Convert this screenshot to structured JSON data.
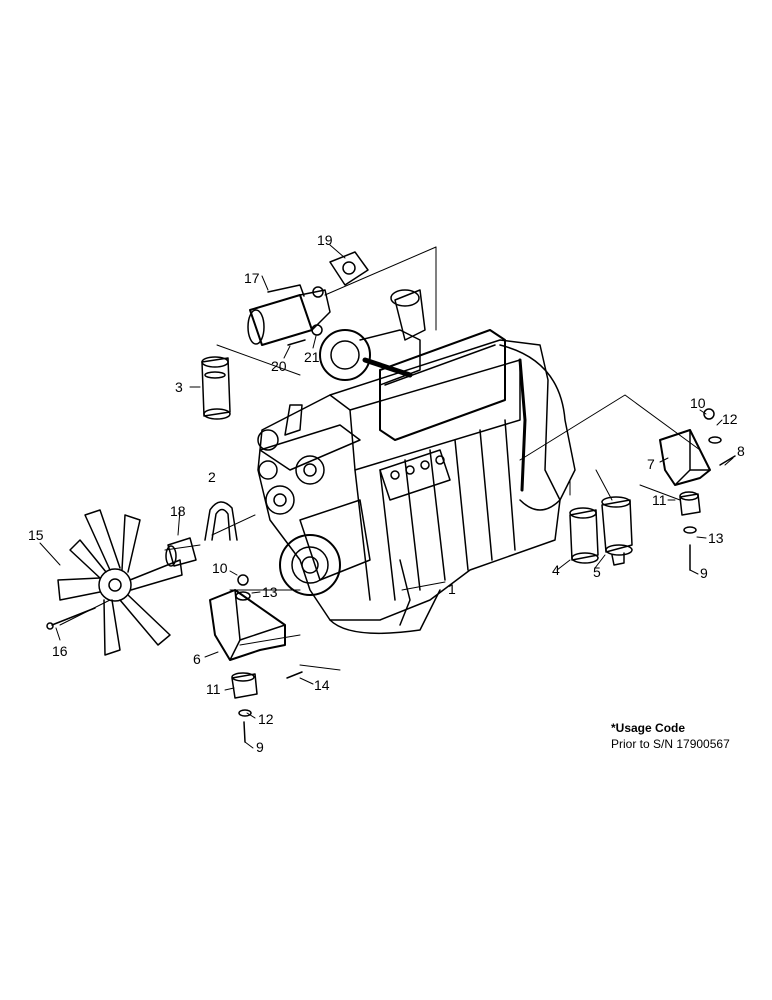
{
  "callouts": [
    "1",
    "2",
    "3",
    "4",
    "5",
    "6",
    "7",
    "8",
    "9",
    "10",
    "11",
    "12",
    "13",
    "14",
    "15",
    "16",
    "17",
    "18",
    "19",
    "20",
    "21"
  ],
  "usage": {
    "title": "*Usage Code",
    "note": "Prior to S/N 17900567"
  },
  "colors": {
    "ink": "#000000",
    "paper": "#ffffff"
  }
}
